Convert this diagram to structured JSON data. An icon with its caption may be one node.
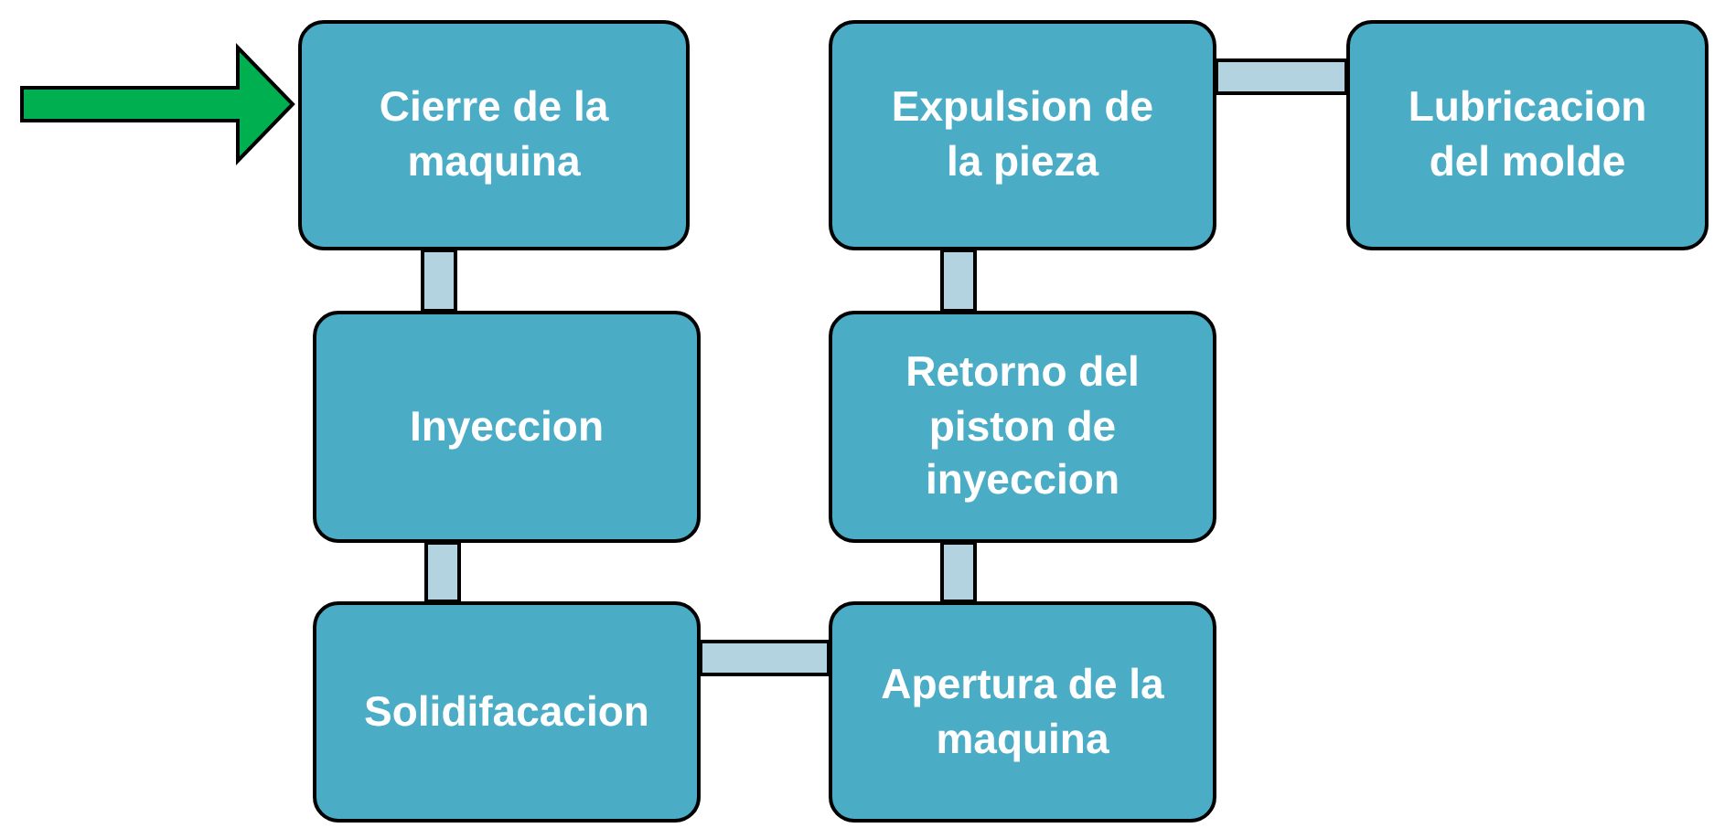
{
  "diagram": {
    "nodes": [
      {
        "text": [
          "Cierre de la maquina"
        ]
      },
      {
        "text": [
          "Inyeccion"
        ]
      },
      {
        "text": [
          "Solidifacacion"
        ]
      },
      {
        "text": [
          "Apertura de la maquina"
        ]
      },
      {
        "text": [
          "Retorno del piston de inyeccion"
        ]
      },
      {
        "text": [
          "Expulsion de la pieza"
        ]
      },
      {
        "text": [
          "Lubricacion del molde"
        ]
      }
    ],
    "edges": [
      {
        "from": null,
        "to": 0,
        "arrow": "to",
        "style": "thick",
        "color": "#00b050"
      },
      {
        "from": 0,
        "to": 1,
        "arrow": "none",
        "style": "thick"
      },
      {
        "from": 1,
        "to": 2,
        "arrow": "none",
        "style": "thick"
      },
      {
        "from": 2,
        "to": 3,
        "arrow": "none",
        "style": "thick"
      },
      {
        "from": 3,
        "to": 4,
        "arrow": "none",
        "style": "thick"
      },
      {
        "from": 4,
        "to": 5,
        "arrow": "none",
        "style": "thick"
      },
      {
        "from": 5,
        "to": 6,
        "arrow": "none",
        "style": "thick"
      }
    ]
  }
}
